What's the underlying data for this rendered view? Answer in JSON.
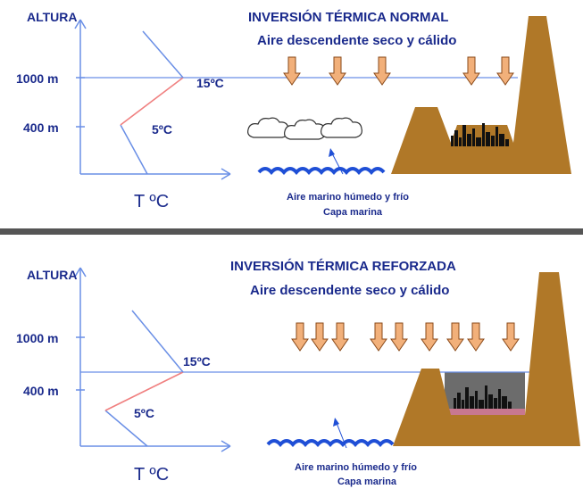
{
  "top": {
    "title": "INVERSIÓN TÉRMICA NORMAL",
    "subtitle": "Aire descendente seco y cálido",
    "y_axis_label": "ALTURA",
    "x_axis_label": "T ºC",
    "height_1000": "1000 m",
    "height_400": "400 m",
    "temp_15": "15ºC",
    "temp_5": "5ºC",
    "marine_air_line1": "Aire marino húmedo y frío",
    "marine_air_line2": "Capa marina"
  },
  "bottom": {
    "title": "INVERSIÓN TÉRMICA REFORZADA",
    "subtitle": "Aire descendente seco y cálido",
    "y_axis_label": "ALTURA",
    "x_axis_label": "T ºC",
    "height_1000": "1000 m",
    "height_400": "400 m",
    "temp_15": "15ºC",
    "temp_5": "5ºC",
    "marine_air_line1": "Aire marino húmedo y frío",
    "marine_air_line2": "Capa marina"
  },
  "colors": {
    "text_blue": "#1a2a8c",
    "axis_blue": "#6a8fe6",
    "inversion_red": "#f08080",
    "mountain_brown": "#b07828",
    "arrow_fill": "#f2b07a",
    "sea_blue": "#1f4fd6",
    "divider_gray": "#555555",
    "smog_gray": "#6c6c6c"
  },
  "icons": [
    "down-arrow-icon",
    "cloud-icon",
    "wave-icon",
    "city-skyline-icon",
    "mountain-icon"
  ]
}
